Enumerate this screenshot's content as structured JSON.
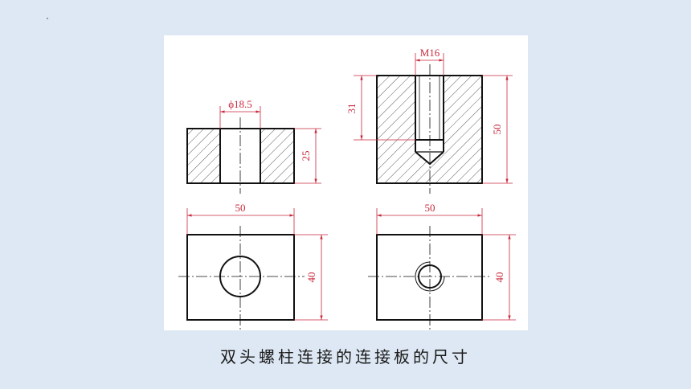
{
  "caption": "双头螺柱连接的连接板的尺寸",
  "colors": {
    "background": "#dde8f4",
    "panel": "#ffffff",
    "outline": "#111111",
    "dimension": "#c8283c",
    "hatch": "#333333"
  },
  "views": {
    "plate_section": {
      "diameter_label": "ϕ18.5",
      "thickness_label": "25"
    },
    "threaded_section": {
      "thread_label": "M16",
      "depth_label": "31",
      "height_label": "50"
    },
    "plate_top": {
      "width_label": "50",
      "height_label": "40"
    },
    "threaded_top": {
      "width_label": "50",
      "height_label": "40"
    }
  }
}
